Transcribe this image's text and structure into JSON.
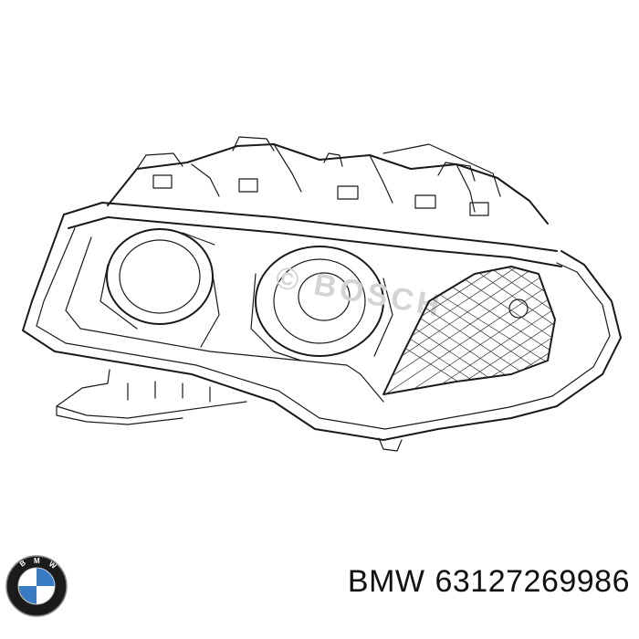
{
  "diagram": {
    "subject": "headlight",
    "watermark_text": "© BOSCH"
  },
  "brand": {
    "logo_name": "bmw-roundel-icon",
    "logo_letters": "BMW",
    "colors": {
      "ring": "#1b1b1b",
      "blue": "#3a7cc4",
      "white": "#ffffff"
    }
  },
  "caption": {
    "make": "BMW",
    "part_number": "63127269986"
  }
}
